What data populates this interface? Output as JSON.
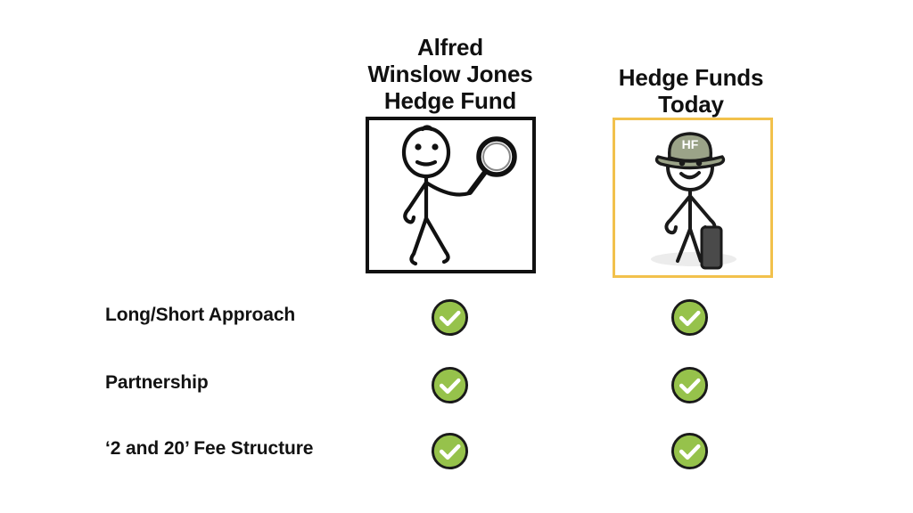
{
  "slide": {
    "background_color": "#ffffff",
    "columns": [
      {
        "id": "alfred-winslow-jones",
        "heading_lines": [
          "Alfred",
          "Winslow Jones",
          "Hedge Fund"
        ],
        "frame_border_color": "#111111",
        "illustration": "stick-figure-with-magnifying-glass"
      },
      {
        "id": "hedge-funds-today",
        "heading_lines": [
          "Hedge Funds",
          "Today"
        ],
        "frame_border_color": "#f2c14c",
        "illustration": "stick-figure-with-hat-and-briefcase",
        "hat_label": "HF",
        "hat_color": "#9ba388",
        "briefcase_color": "#4a4a4a"
      }
    ],
    "rows": [
      {
        "label": "Long/Short Approach",
        "left": "check",
        "right": "check"
      },
      {
        "label": "Partnership",
        "left": "check",
        "right": "check"
      },
      {
        "label": "‘2 and 20’ Fee Structure",
        "left": "check",
        "right": "check"
      }
    ],
    "check_mark": {
      "fill_color": "#96c24b",
      "outline_color": "#1a1a1a",
      "glyph_color": "#ffffff",
      "name": "check-circle"
    }
  }
}
